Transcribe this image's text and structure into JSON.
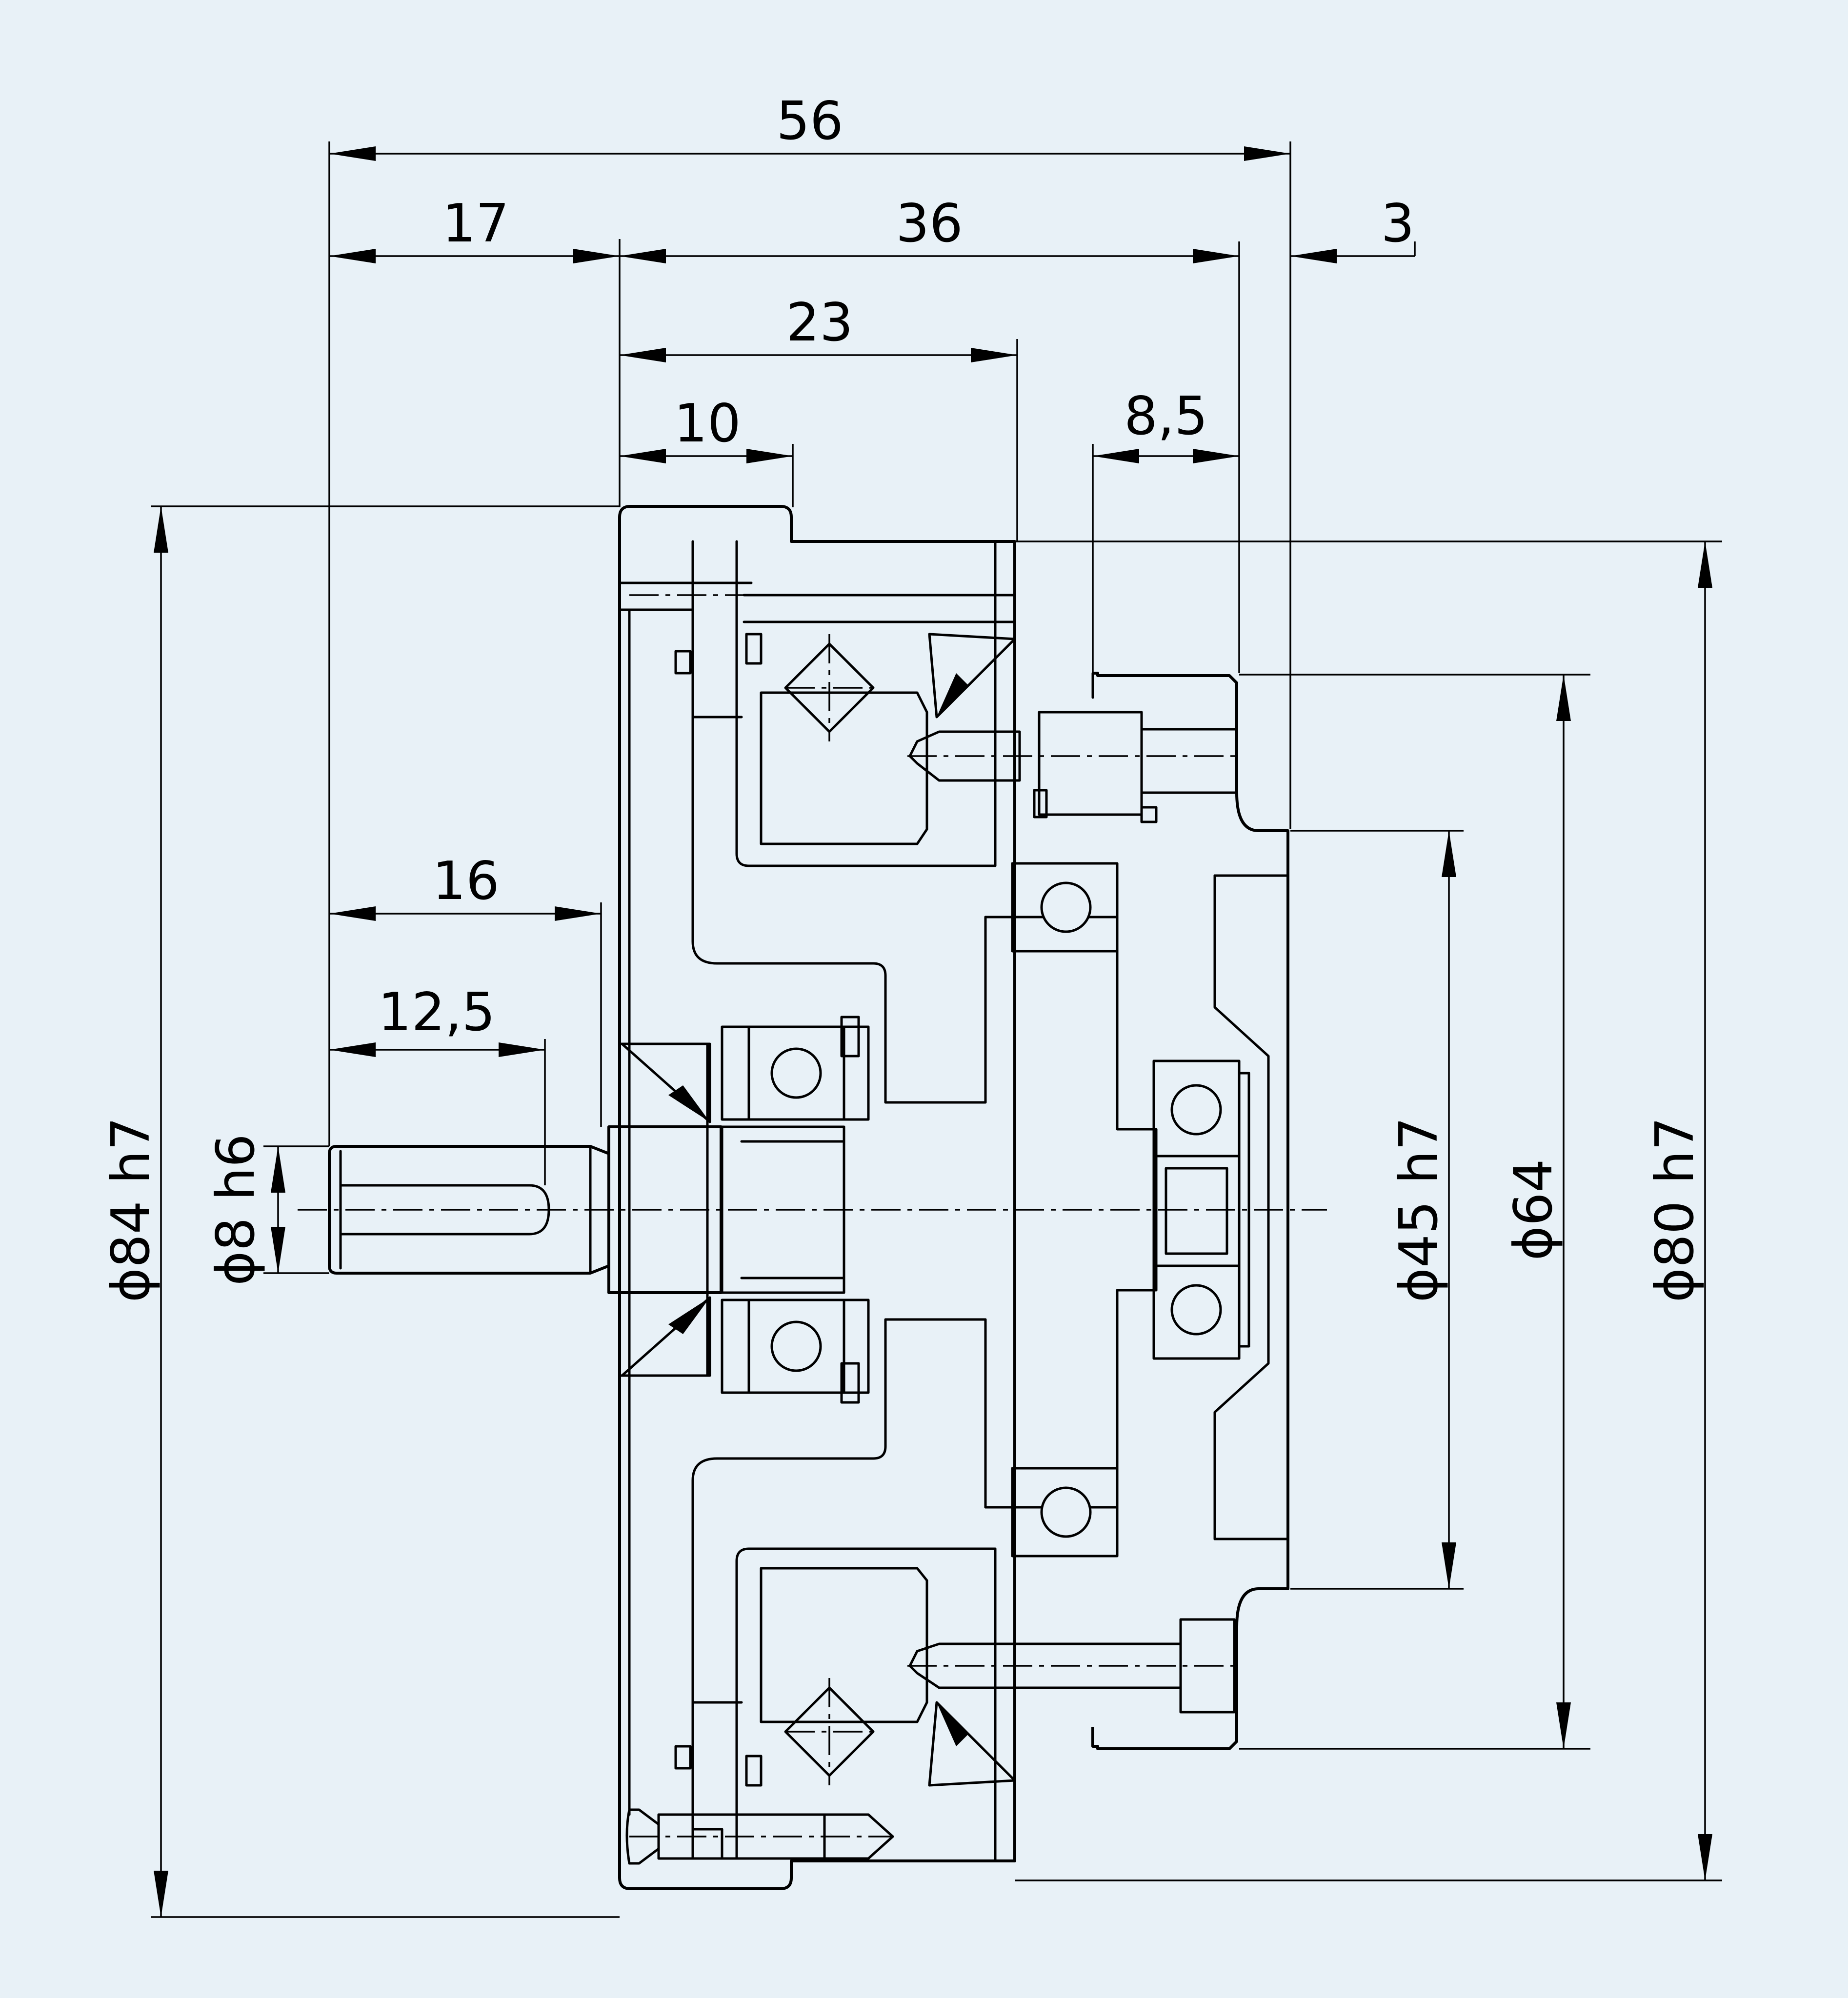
{
  "drawing": {
    "background": "#e8f1f7",
    "line_color": "#000000"
  },
  "dimensions": {
    "total_length": "56",
    "shaft_protrusion": "17",
    "body_length": "36",
    "pilot_length": "3",
    "to_bearing_face": "23",
    "flange_thickness": "10",
    "pilot_step": "8,5",
    "shaft_shoulder": "16",
    "key_length": "12,5",
    "outer_diameter": "ϕ84 h7",
    "shaft_diameter": "ϕ8 h6",
    "pilot_diameter": "ϕ45 h7",
    "bolt_circle": "ϕ64",
    "housing_diameter": "ϕ80 h7"
  }
}
